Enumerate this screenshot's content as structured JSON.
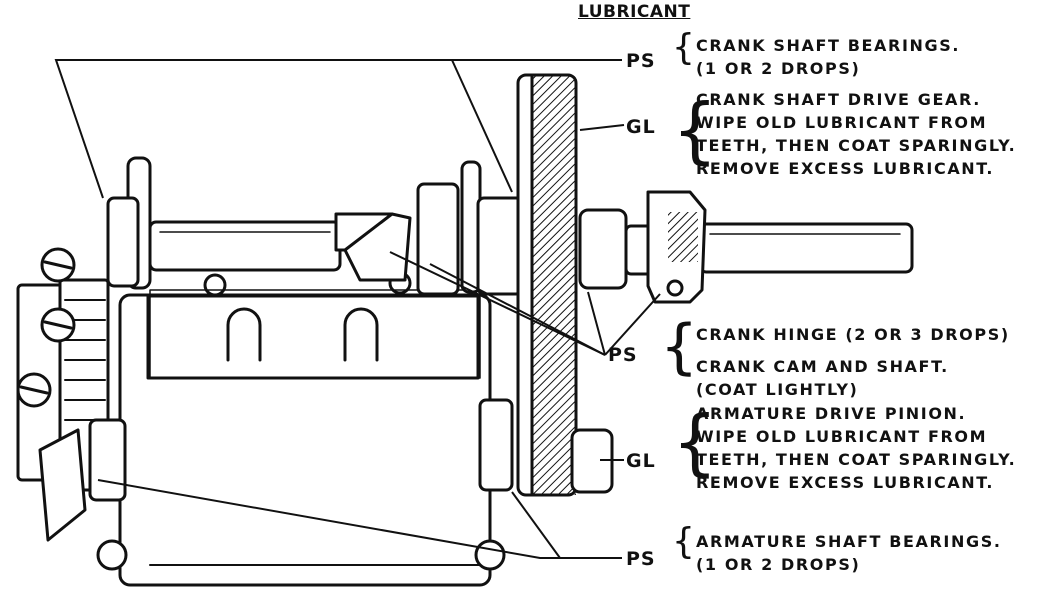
{
  "header": "LUBRICANT",
  "callouts": [
    {
      "code": "PS",
      "lines": [
        "CRANK SHAFT BEARINGS.",
        "(1 OR 2 DROPS)"
      ]
    },
    {
      "code": "GL",
      "lines": [
        "CRANK SHAFT DRIVE GEAR.",
        "WIPE OLD LUBRICANT FROM",
        "TEETH, THEN COAT SPARINGLY.",
        "REMOVE EXCESS LUBRICANT."
      ]
    },
    {
      "code": "PS",
      "lines": [
        "CRANK HINGE (2 OR 3 DROPS)",
        "CRANK CAM AND SHAFT.",
        "(COAT LIGHTLY)"
      ]
    },
    {
      "code": "GL",
      "lines": [
        "ARMATURE DRIVE PINION.",
        "WIPE OLD LUBRICANT FROM",
        "TEETH, THEN COAT SPARINGLY.",
        "REMOVE EXCESS LUBRICANT."
      ]
    },
    {
      "code": "PS",
      "lines": [
        "ARMATURE SHAFT BEARINGS.",
        "(1 OR 2 DROPS)"
      ]
    }
  ],
  "colors": {
    "ink": "#111111",
    "paper": "#ffffff"
  }
}
